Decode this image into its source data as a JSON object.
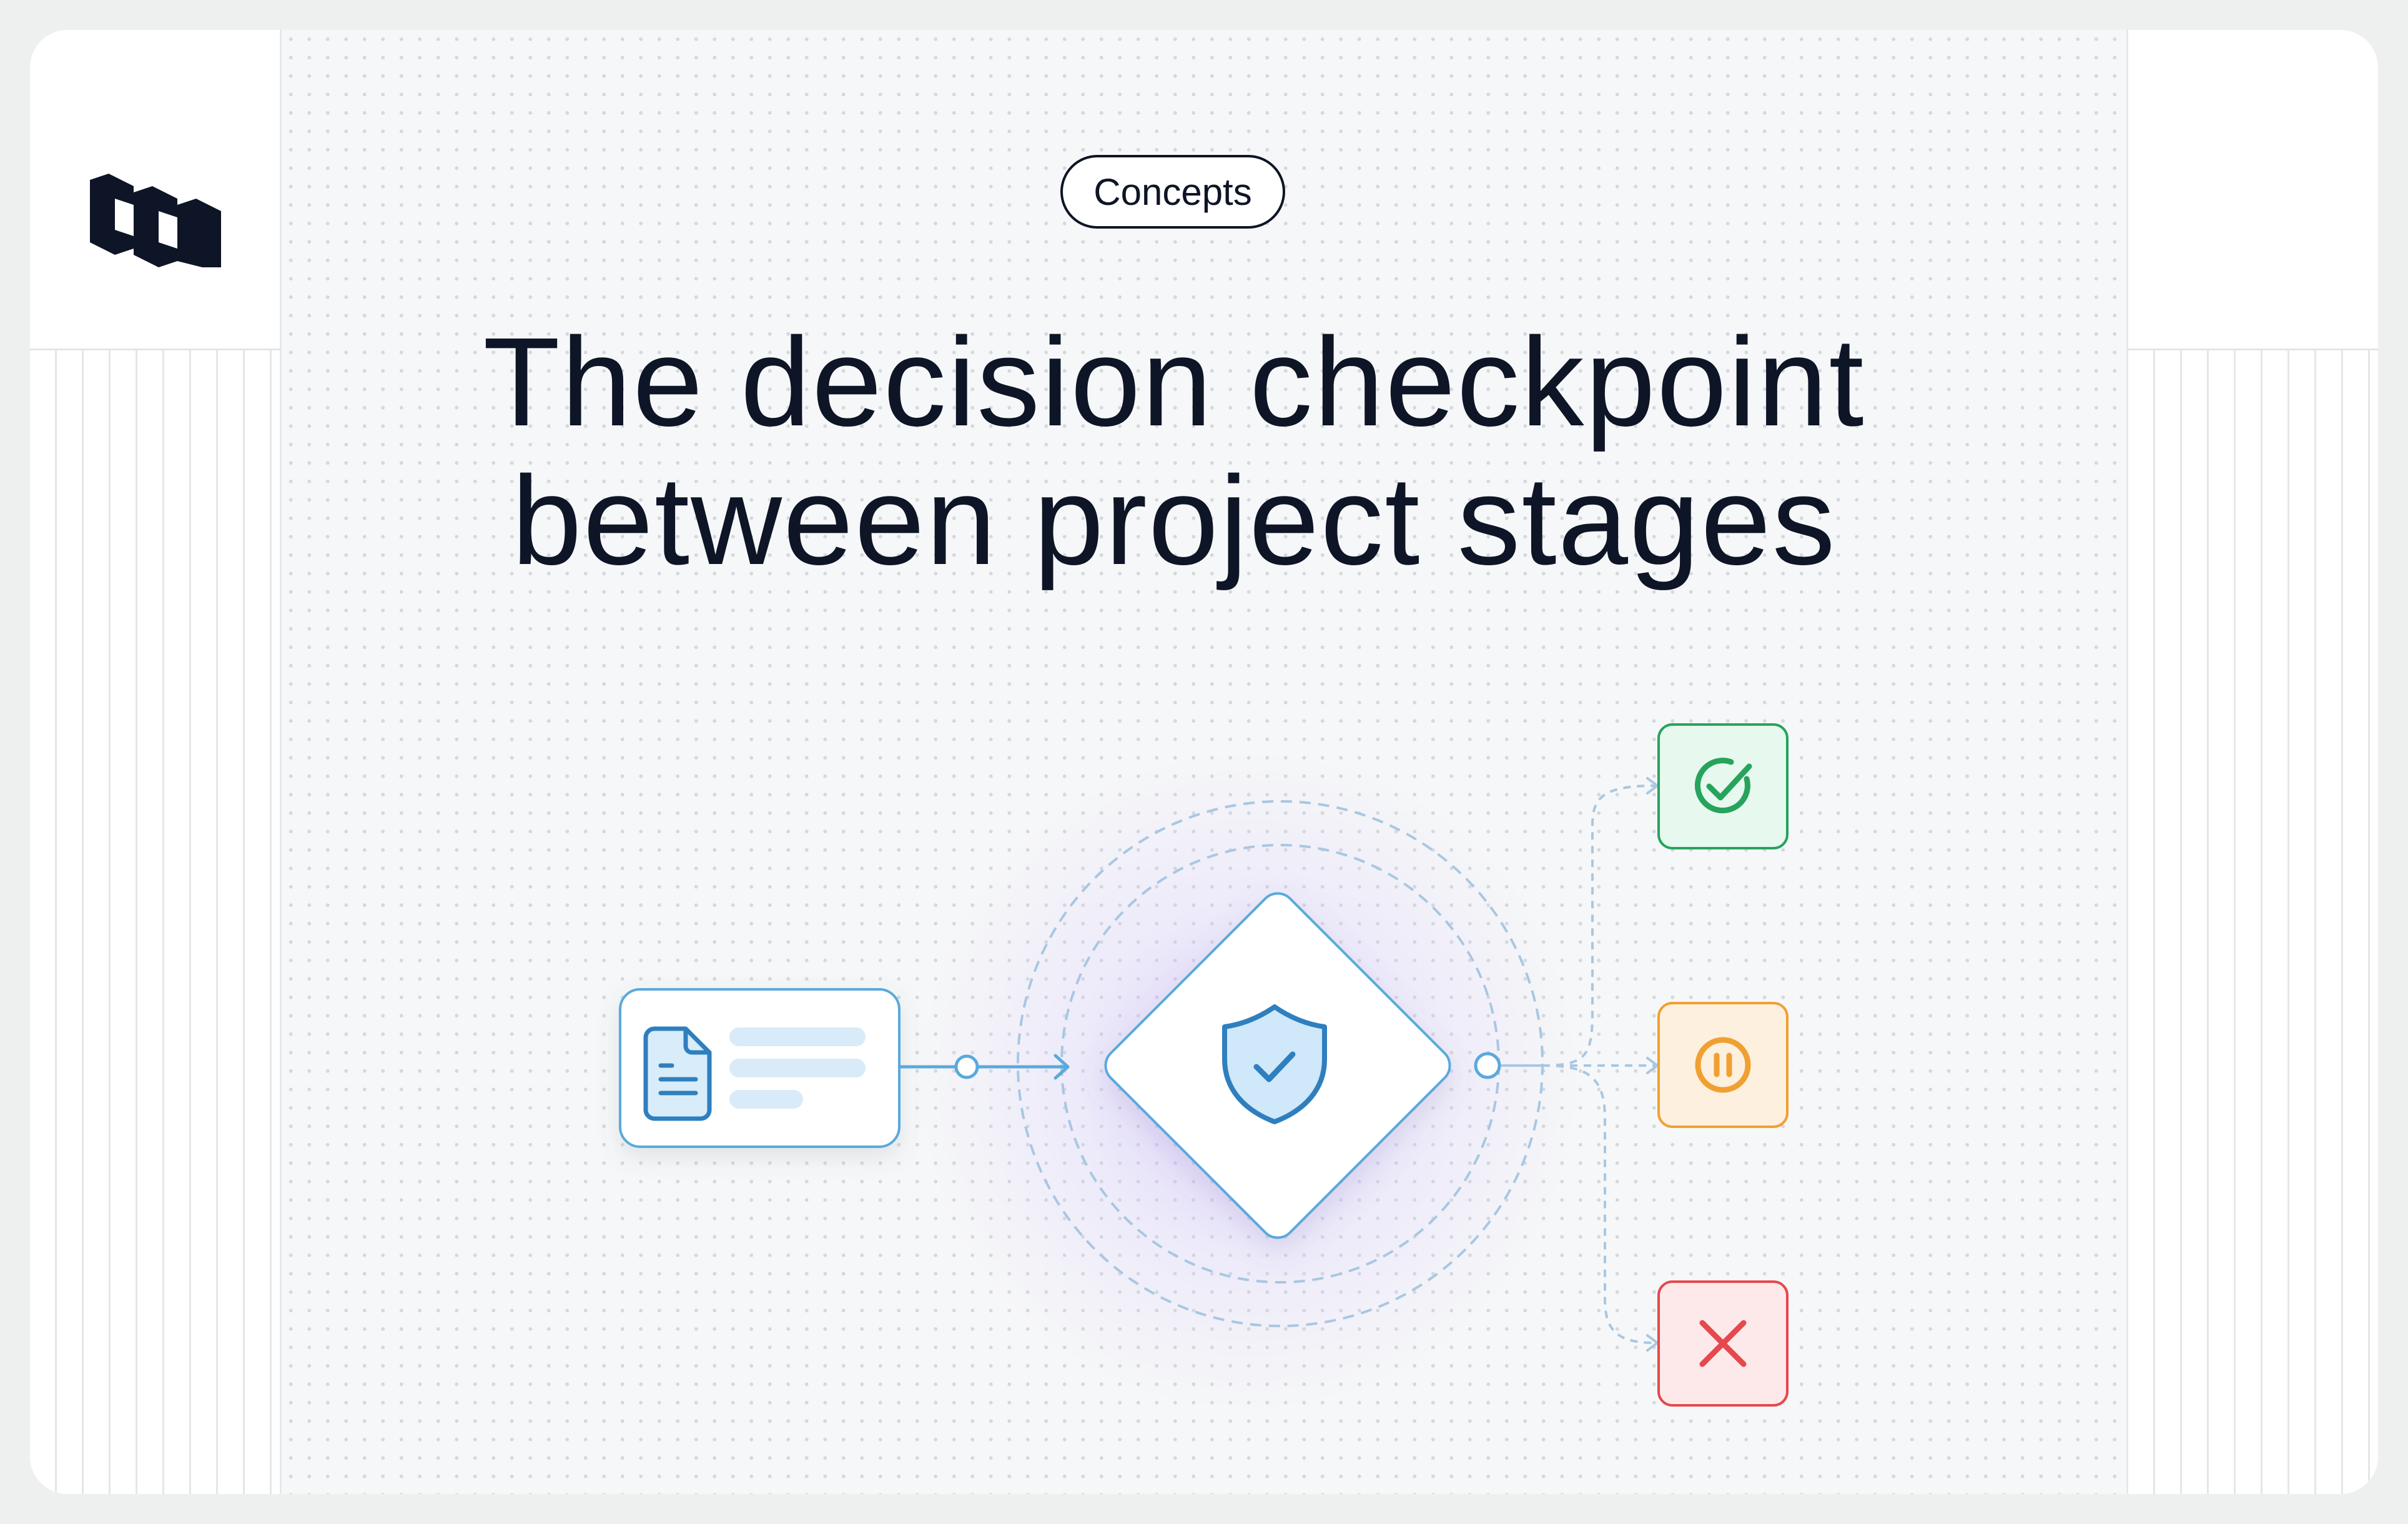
{
  "tag": {
    "label": "Concepts"
  },
  "headline": {
    "line1": "The decision checkpoint",
    "line2": "between project stages"
  },
  "brand": {
    "logo_icon": "brand-logo-icon"
  },
  "diagram": {
    "input_node": {
      "icon": "document-icon"
    },
    "gate_node": {
      "icon": "shield-check-icon"
    },
    "outcomes": [
      {
        "name": "approve",
        "icon": "check-circle-icon",
        "color": "#27a35c",
        "bg": "#e7f8ee"
      },
      {
        "name": "hold",
        "icon": "pause-circle-icon",
        "color": "#f0a032",
        "bg": "#fdf0de"
      },
      {
        "name": "reject",
        "icon": "x-icon",
        "color": "#e5484d",
        "bg": "#fde9ea"
      }
    ],
    "colors": {
      "connector": "#5aa9dc",
      "dashed": "#a8c7e2",
      "accent_glow": "#b9a0ff"
    }
  }
}
